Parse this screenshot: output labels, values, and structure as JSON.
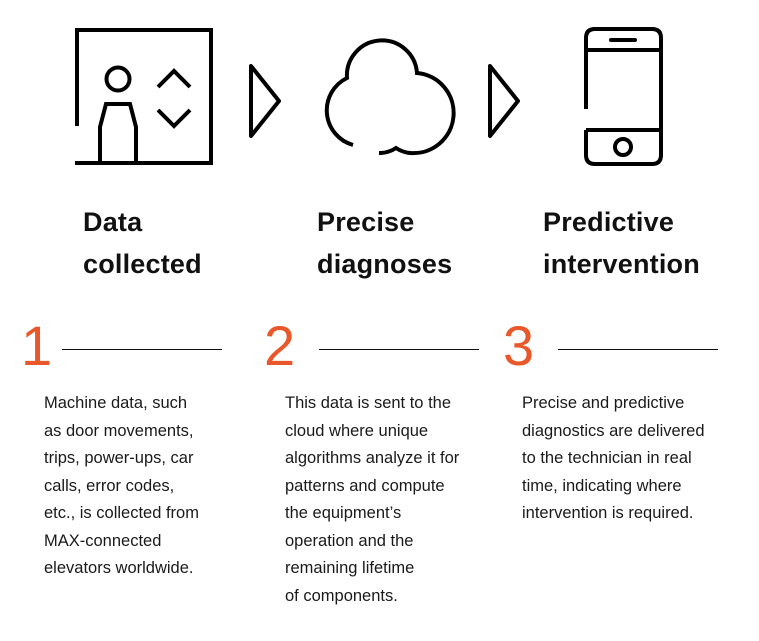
{
  "icons": {
    "step1": "elevator-icon",
    "arrow1": "triangle-right-arrow-icon",
    "step2": "cloud-icon",
    "arrow2": "triangle-right-arrow-icon",
    "step3": "smartphone-icon"
  },
  "colors": {
    "accent": "#e8582a",
    "text": "#1a1a1a",
    "icon_stroke": "#000000",
    "background": "#ffffff"
  },
  "steps": [
    {
      "number": "1",
      "title_lines": [
        "Data",
        "collected"
      ],
      "body_lines": [
        "Machine data, such",
        "as door movements,",
        "trips, power-ups, car",
        "calls, error codes,",
        "etc., is collected from",
        "MAX-connected",
        "elevators worldwide."
      ]
    },
    {
      "number": "2",
      "title_lines": [
        "Precise",
        "diagnoses"
      ],
      "body_lines": [
        "This data is sent to the",
        "cloud where unique",
        "algorithms analyze it for",
        "patterns and compute",
        "the equipment’s",
        "operation and the",
        "remaining lifetime",
        "of components."
      ]
    },
    {
      "number": "3",
      "title_lines": [
        "Predictive",
        "intervention"
      ],
      "body_lines": [
        "Precise and predictive",
        "diagnostics are delivered",
        "to the technician in real",
        "time, indicating where",
        "intervention is required."
      ]
    }
  ]
}
